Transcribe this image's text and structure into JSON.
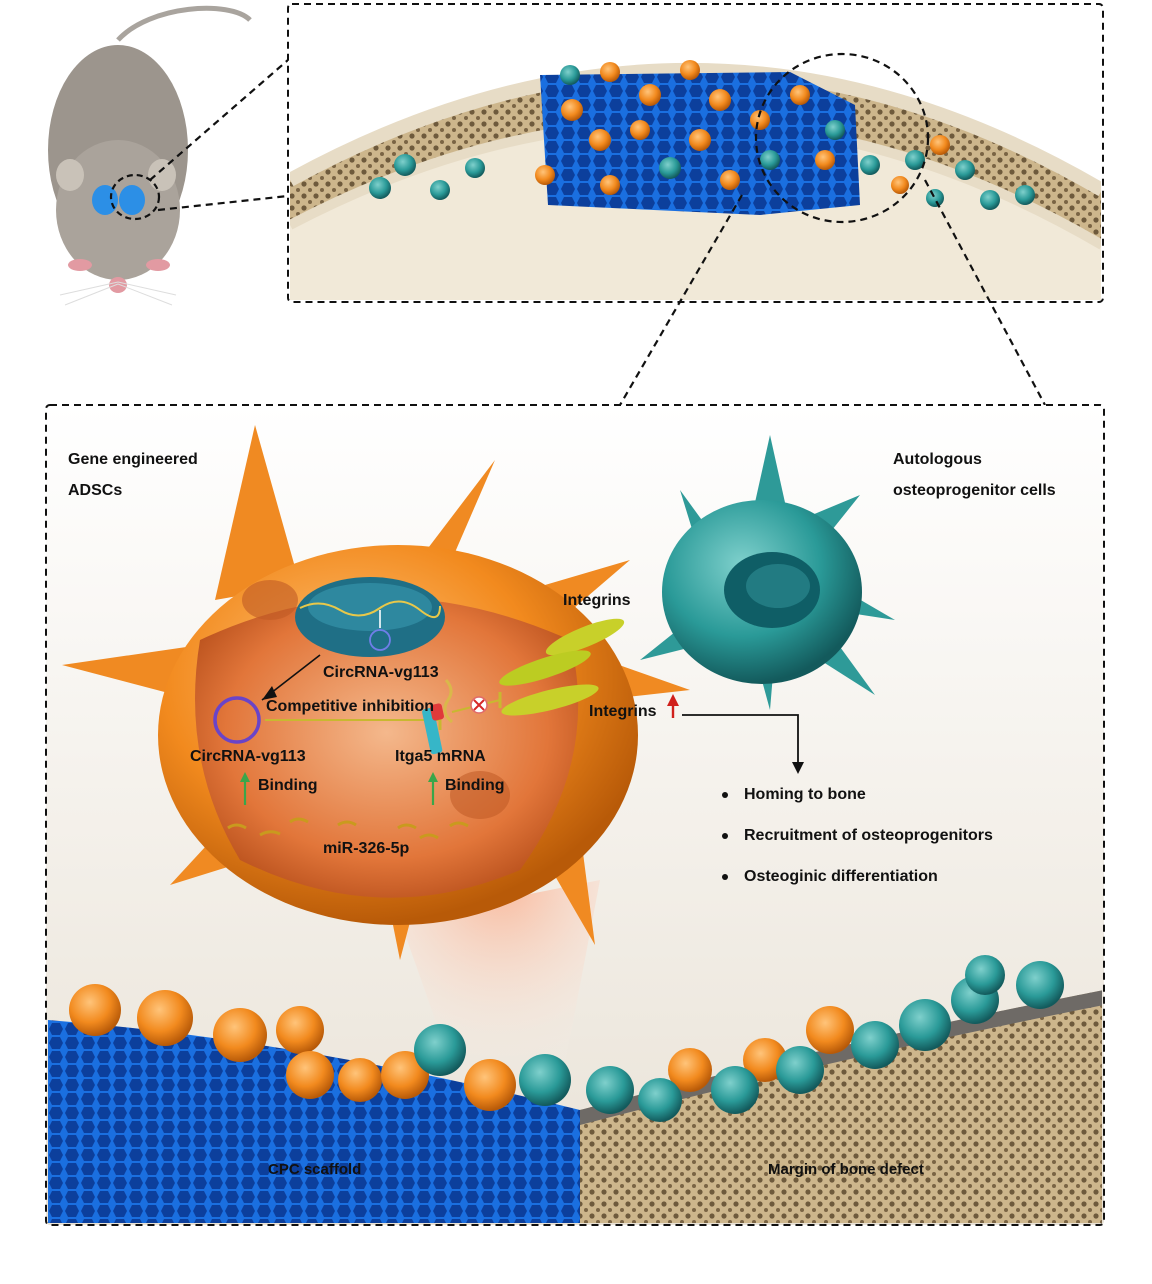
{
  "labels": {
    "gene_engineered": "Gene engineered",
    "adscs": "ADSCs",
    "autologous": "Autologous",
    "osteoprogenitor_cells": "osteoprogenitor cells",
    "integrins_top": "Integrins",
    "integrins_arrow": "Integrins",
    "circrna_top": "CircRNA-vg113",
    "competitive_inhibition": "Competitive inhibition",
    "circrna_bottom": "CircRNA-vg113",
    "itga5_mrna": "Itga5 mRNA",
    "binding_left": "Binding",
    "binding_right": "Binding",
    "mir": "miR-326-5p",
    "cpc_scaffold": "CPC scaffold",
    "margin_bone_defect": "Margin of bone defect"
  },
  "outcomes": [
    "Homing to bone",
    "Recruitment of osteoprogenitors",
    "Osteoginic differentiation"
  ],
  "colors": {
    "scaffold_blue": "#1a6fe0",
    "adsc_orange": "#f28a1e",
    "osteo_teal": "#2a9a98",
    "bone_tan": "#d7c19a",
    "up_arrow_red": "#d0201c",
    "binding_arrow_green": "#3aa64a",
    "inhibition_line": "#c8b830"
  }
}
